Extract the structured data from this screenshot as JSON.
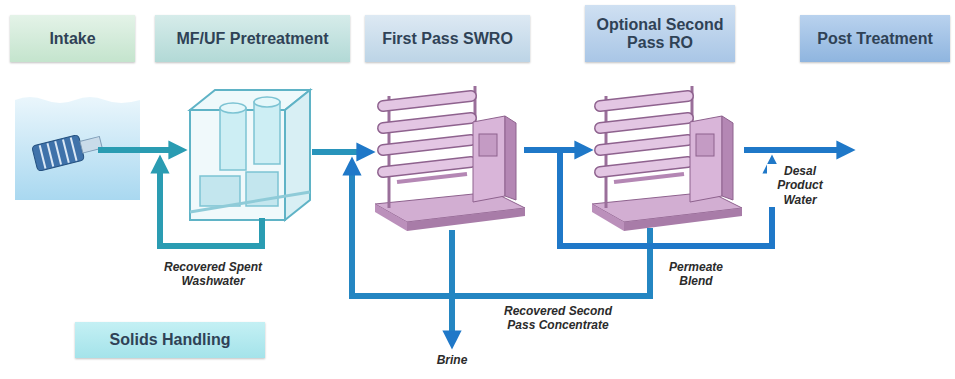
{
  "diagram": {
    "nodes": [
      {
        "text": [
          "Intake"
        ]
      },
      {
        "text": [
          "MF/UF Pretreatment"
        ]
      },
      {
        "text": [
          "First Pass SWRO"
        ]
      },
      {
        "text": [
          "Optional Second Pass RO"
        ]
      },
      {
        "text": [
          "Post Treatment"
        ]
      },
      {
        "text": [
          "Solids Handling"
        ]
      }
    ],
    "labels": [
      "Recovered Spent Washwater",
      "Desal Product Water",
      "Permeate Blend",
      "Recovered Second Pass Concentrate",
      "Brine"
    ]
  }
}
